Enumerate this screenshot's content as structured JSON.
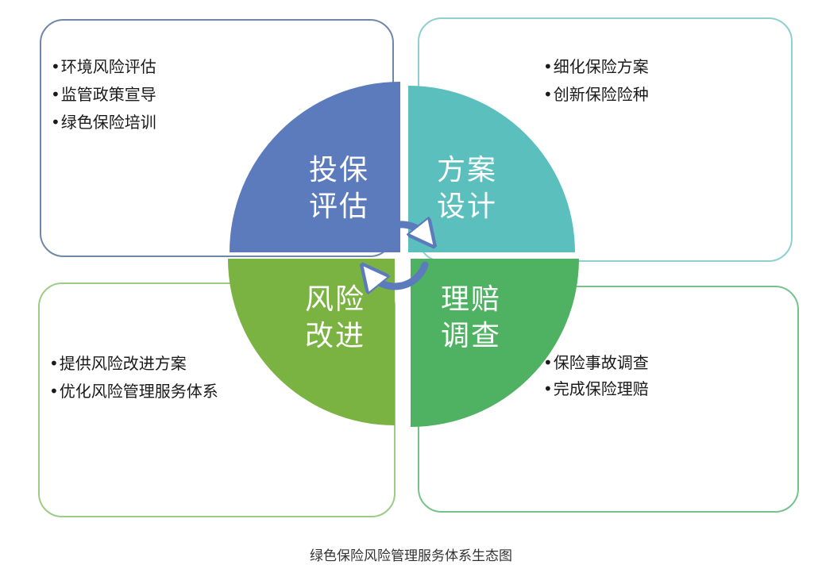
{
  "quadrants": {
    "top_left": {
      "title_line1": "投保",
      "title_line2": "评估",
      "color": "#5b7bbd",
      "items": [
        "环境风险评估",
        "监管政策宣导",
        "绿色保险培训"
      ]
    },
    "top_right": {
      "title_line1": "方案",
      "title_line2": "设计",
      "color": "#5bbfbe",
      "items": [
        "细化保险方案",
        "创新保险险种"
      ]
    },
    "bottom_left": {
      "title_line1": "风险",
      "title_line2": "改进",
      "color": "#7bb342",
      "items": [
        "提供风险改进方案",
        "优化风险管理服务体系"
      ]
    },
    "bottom_right": {
      "title_line1": "理赔",
      "title_line2": "调查",
      "color": "#4fb263",
      "items": [
        "保险事故调查",
        "完成保险理赔"
      ]
    }
  },
  "cycle_arrow_color": "#5b7bbd",
  "caption": "绿色保险风险管理服务体系生态图"
}
